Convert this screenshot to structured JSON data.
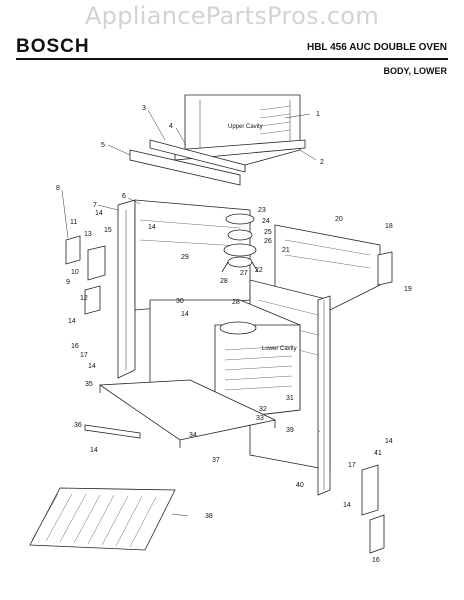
{
  "watermark": "AppliancePartsPros.com",
  "header": {
    "brand": "BOSCH",
    "model": "HBL 456 AUC DOUBLE OVEN",
    "section": "BODY, LOWER"
  },
  "diagram": {
    "cavity_labels": [
      "Upper Cavity",
      "Lower Cavity"
    ],
    "callouts": [
      "1",
      "2",
      "3",
      "4",
      "5",
      "6",
      "7",
      "8",
      "9",
      "10",
      "11",
      "12",
      "13",
      "14",
      "15",
      "16",
      "17",
      "18",
      "19",
      "20",
      "21",
      "22",
      "23",
      "24",
      "25",
      "26",
      "27",
      "28",
      "29",
      "30",
      "31",
      "32",
      "33",
      "34",
      "35",
      "36",
      "37",
      "38",
      "39",
      "40",
      "41"
    ]
  }
}
